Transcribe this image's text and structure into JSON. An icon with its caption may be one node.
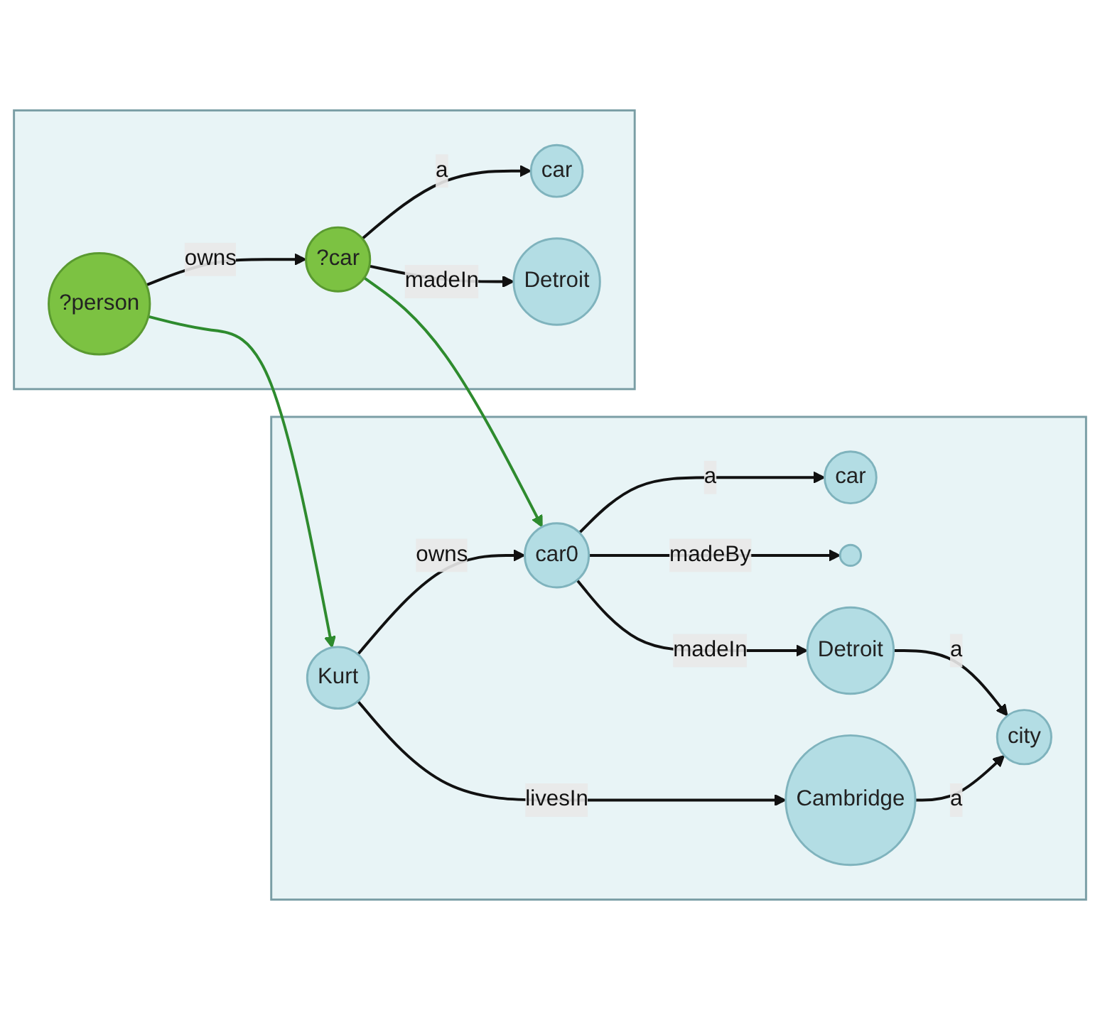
{
  "diagram": {
    "nodes": [
      {
        "text": [],
        "shape": "box"
      },
      {
        "text": [
          "Kurt"
        ],
        "in": 0
      },
      {
        "text": [
          "car0"
        ],
        "in": 0
      },
      {
        "text": [
          "car"
        ],
        "in": 0
      },
      {
        "text": [],
        "shape": "circle",
        "in": 0
      },
      {
        "text": [
          "Detroit"
        ],
        "in": 0
      },
      {
        "text": [
          "Cambridge"
        ],
        "in": 0
      },
      {
        "text": [
          "city"
        ],
        "in": 0
      },
      {
        "text": [],
        "shape": "box"
      },
      {
        "text": [
          "?person"
        ],
        "in": 8
      },
      {
        "text": [
          "?car"
        ],
        "in": 8
      },
      {
        "text": [
          "car"
        ],
        "in": 8
      },
      {
        "text": [
          "Detroit"
        ],
        "in": 8
      }
    ],
    "edges": [
      {
        "from": 1,
        "to": 2,
        "arrow": "to",
        "label": "owns"
      },
      {
        "from": 2,
        "to": 3,
        "arrow": "to",
        "label": "a"
      },
      {
        "from": 2,
        "to": 4,
        "arrow": "to",
        "label": "madeBy"
      },
      {
        "from": 2,
        "to": 5,
        "arrow": "to",
        "label": "madeIn"
      },
      {
        "from": 1,
        "to": 6,
        "arrow": "to",
        "label": "livesIn"
      },
      {
        "from": 6,
        "to": 7,
        "arrow": "to",
        "label": "a"
      },
      {
        "from": 5,
        "to": 7,
        "arrow": "to",
        "label": "a"
      },
      {
        "from": 9,
        "to": 1,
        "arrow": "to",
        "color": "#2e8b2e"
      },
      {
        "from": 10,
        "to": 2,
        "arrow": "to",
        "color": "#2e8b2e"
      },
      {
        "from": 9,
        "to": 10,
        "arrow": "to",
        "label": "owns"
      },
      {
        "from": 10,
        "to": 11,
        "arrow": "to",
        "label": "a"
      },
      {
        "from": 10,
        "to": 12,
        "arrow": "to",
        "label": "madeIn"
      }
    ]
  }
}
